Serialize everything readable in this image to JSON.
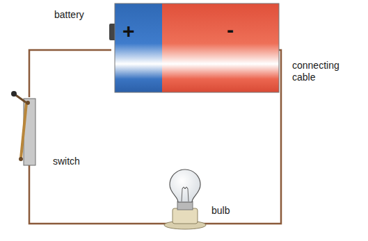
{
  "diagram": {
    "labels": [
      "battery",
      "+",
      "-",
      "connecting cable",
      "switch",
      "bulb"
    ]
  }
}
